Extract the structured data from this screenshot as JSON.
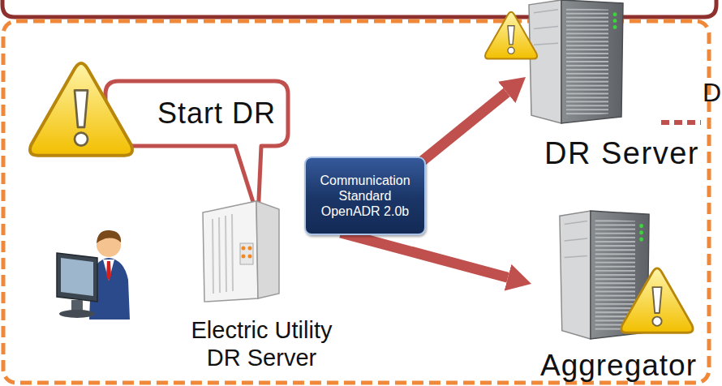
{
  "diagram": {
    "nodes": [
      {
        "text": [
          "Start DR"
        ]
      },
      {
        "text": [
          "Electric Utility DR Server"
        ]
      },
      {
        "text": [
          "Communication Standard OpenADR 2.0b"
        ]
      },
      {
        "text": [
          "DR Server"
        ]
      },
      {
        "text": [
          "Aggregator"
        ]
      }
    ],
    "edges": [
      {
        "from": 1,
        "to": 3,
        "arrow": "to"
      },
      {
        "from": 1,
        "to": 4,
        "arrow": "to"
      }
    ],
    "labels": [
      "D"
    ]
  }
}
